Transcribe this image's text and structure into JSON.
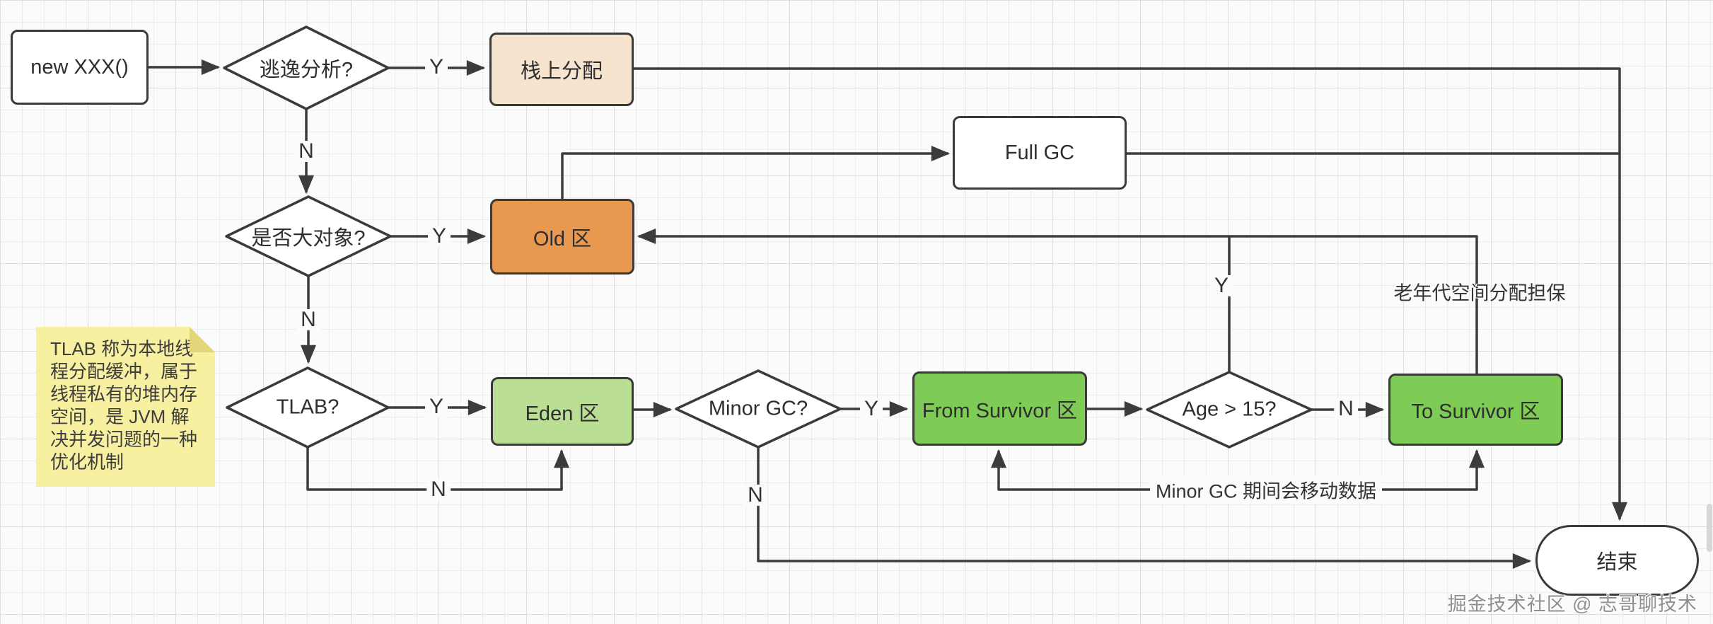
{
  "diagram": {
    "nodes": {
      "start": "new XXX()",
      "escape_analysis": "逃逸分析?",
      "stack_allocation": "栈上分配",
      "full_gc": "Full GC",
      "big_object": "是否大对象?",
      "old_gen": "Old 区",
      "tlab": "TLAB?",
      "eden": "Eden 区",
      "minor_gc": "Minor GC?",
      "from_survivor": "From Survivor 区",
      "age_check": "Age > 15?",
      "to_survivor": "To Survivor 区",
      "end": "结束"
    },
    "edge_labels": {
      "escape_yes": "Y",
      "escape_no": "N",
      "big_object_yes": "Y",
      "big_object_no": "N",
      "tlab_yes": "Y",
      "tlab_no": "N",
      "minor_gc_yes": "Y",
      "minor_gc_no": "N",
      "age_yes": "Y",
      "age_no": "N",
      "old_gen_guarantee": "老年代空间分配担保",
      "survivor_move": "Minor GC 期间会移动数据"
    },
    "note": "TLAB 称为本地线程分配缓冲，属于线程私有的堆内存空间，是 JVM 解决并发问题的一种优化机制",
    "watermark": "掘金技术社区 @ 志哥聊技术",
    "colors": {
      "stack_allocation_fill": "#F6E4CE",
      "old_gen_fill": "#E8994F",
      "eden_fill": "#B9DE94",
      "survivor_fill": "#7ECB55",
      "note_fill": "#F7F0A1",
      "note_fold": "#E2D67B",
      "line": "#3C3C3C",
      "grid_minor": "#ECECEC",
      "grid_major": "#DEDEDE"
    }
  }
}
